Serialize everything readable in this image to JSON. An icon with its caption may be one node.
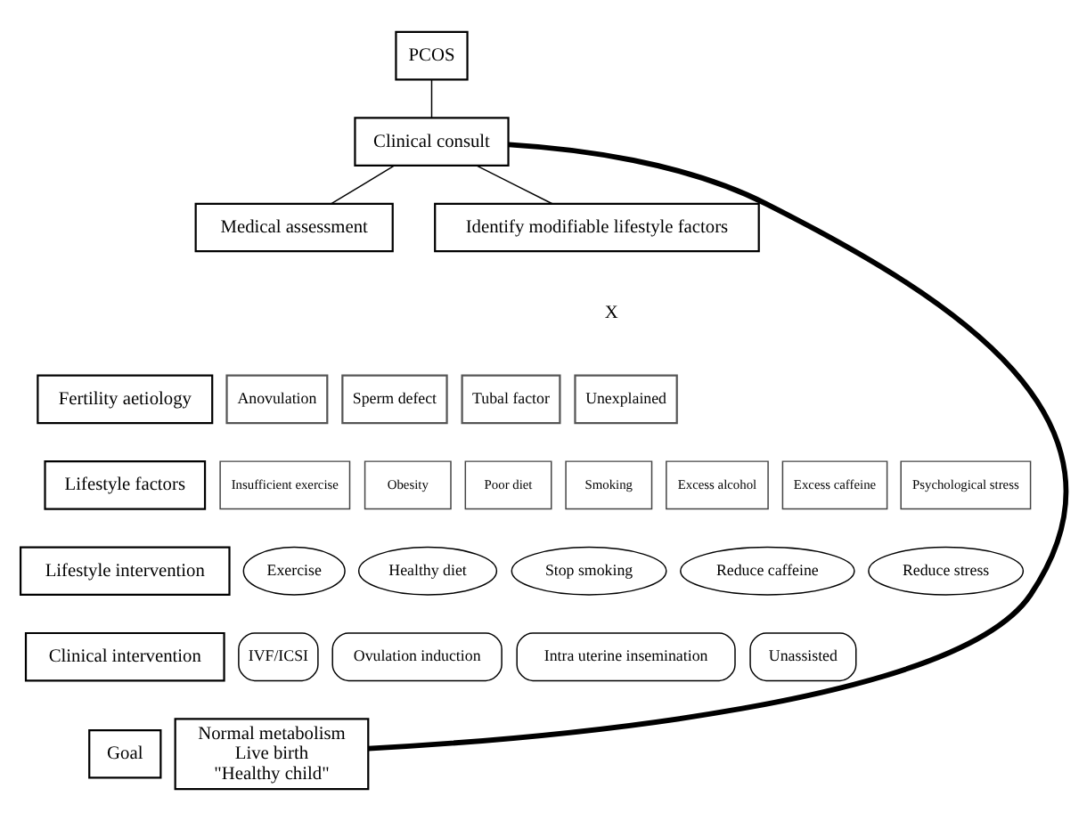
{
  "diagram": {
    "nodes": [
      {
        "text": [
          "PCOS"
        ]
      },
      {
        "text": [
          "Clinical consult"
        ]
      },
      {
        "text": [
          "Medical assessment"
        ]
      },
      {
        "text": [
          "Identify modifiable lifestyle factors"
        ]
      },
      {
        "text": [
          "Fertility aetiology"
        ]
      },
      {
        "text": [
          "Anovulation"
        ]
      },
      {
        "text": [
          "Sperm defect"
        ]
      },
      {
        "text": [
          "Tubal factor"
        ]
      },
      {
        "text": [
          "Unexplained"
        ]
      },
      {
        "text": [
          "Lifestyle factors"
        ]
      },
      {
        "text": [
          "Insufficient exercise"
        ]
      },
      {
        "text": [
          "Obesity"
        ]
      },
      {
        "text": [
          "Poor diet"
        ]
      },
      {
        "text": [
          "Smoking"
        ]
      },
      {
        "text": [
          "Excess alcohol"
        ]
      },
      {
        "text": [
          "Excess caffeine"
        ]
      },
      {
        "text": [
          "Psychological stress"
        ]
      },
      {
        "text": [
          "Lifestyle intervention"
        ]
      },
      {
        "text": [
          "Exercise"
        ]
      },
      {
        "text": [
          "Healthy diet"
        ]
      },
      {
        "text": [
          "Stop smoking"
        ]
      },
      {
        "text": [
          "Reduce caffeine"
        ]
      },
      {
        "text": [
          "Reduce stress"
        ]
      },
      {
        "text": [
          "Clinical intervention"
        ]
      },
      {
        "text": [
          "IVF/ICSI"
        ]
      },
      {
        "text": [
          "Ovulation induction"
        ]
      },
      {
        "text": [
          "Intra uterine insemination"
        ]
      },
      {
        "text": [
          "Unassisted"
        ]
      },
      {
        "text": [
          "Goal"
        ]
      },
      {
        "text": [
          "Normal metabolism",
          "Live birth",
          "\"Healthy child\""
        ]
      }
    ],
    "edges": [
      {
        "from": 0,
        "to": 1,
        "arrow": "none"
      },
      {
        "from": 1,
        "to": 2,
        "arrow": "none"
      },
      {
        "from": 1,
        "to": 3,
        "arrow": "none"
      },
      {
        "from": 1,
        "to": 29,
        "arrow": "none",
        "style": "thick"
      }
    ],
    "labels": [
      "X"
    ]
  }
}
